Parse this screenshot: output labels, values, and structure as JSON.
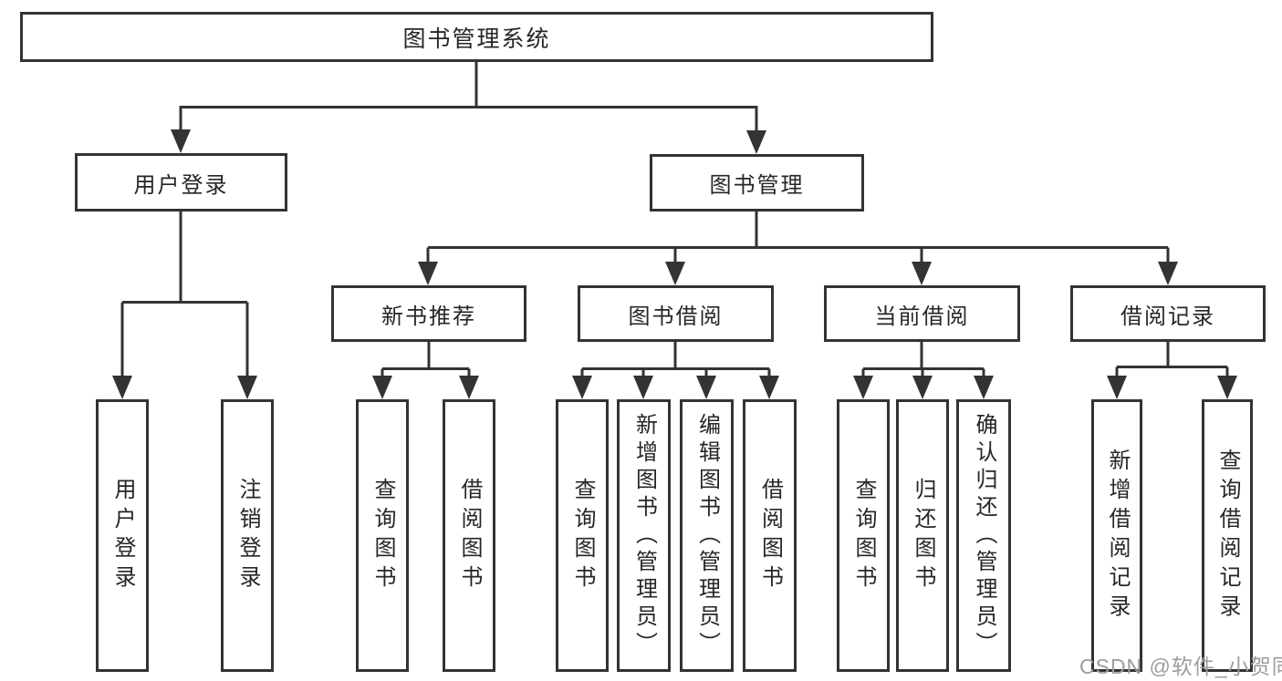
{
  "diagram_title": "图书管理系统",
  "colors": {
    "line": "#333333",
    "box_border": "#333333",
    "text": "#262626",
    "watermark": "#9d9d9d",
    "background": "#ffffff"
  },
  "tree": {
    "label": "图书管理系统",
    "children": [
      {
        "label": "用户登录",
        "children": [
          {
            "label": "用户登录"
          },
          {
            "label": "注销登录"
          }
        ]
      },
      {
        "label": "图书管理",
        "children": [
          {
            "label": "新书推荐",
            "children": [
              {
                "label": "查询图书"
              },
              {
                "label": "借阅图书"
              }
            ]
          },
          {
            "label": "图书借阅",
            "children": [
              {
                "label": "查询图书"
              },
              {
                "label": "新增图书（管理员）"
              },
              {
                "label": "编辑图书（管理员）"
              },
              {
                "label": "借阅图书"
              }
            ]
          },
          {
            "label": "当前借阅",
            "children": [
              {
                "label": "查询图书"
              },
              {
                "label": "归还图书"
              },
              {
                "label": "确认归还（管理员）"
              }
            ]
          },
          {
            "label": "借阅记录",
            "children": [
              {
                "label": "新增借阅记录"
              },
              {
                "label": "查询借阅记录"
              }
            ]
          }
        ]
      }
    ]
  },
  "watermark": {
    "text": "CSDN @软件_小贺同学"
  }
}
